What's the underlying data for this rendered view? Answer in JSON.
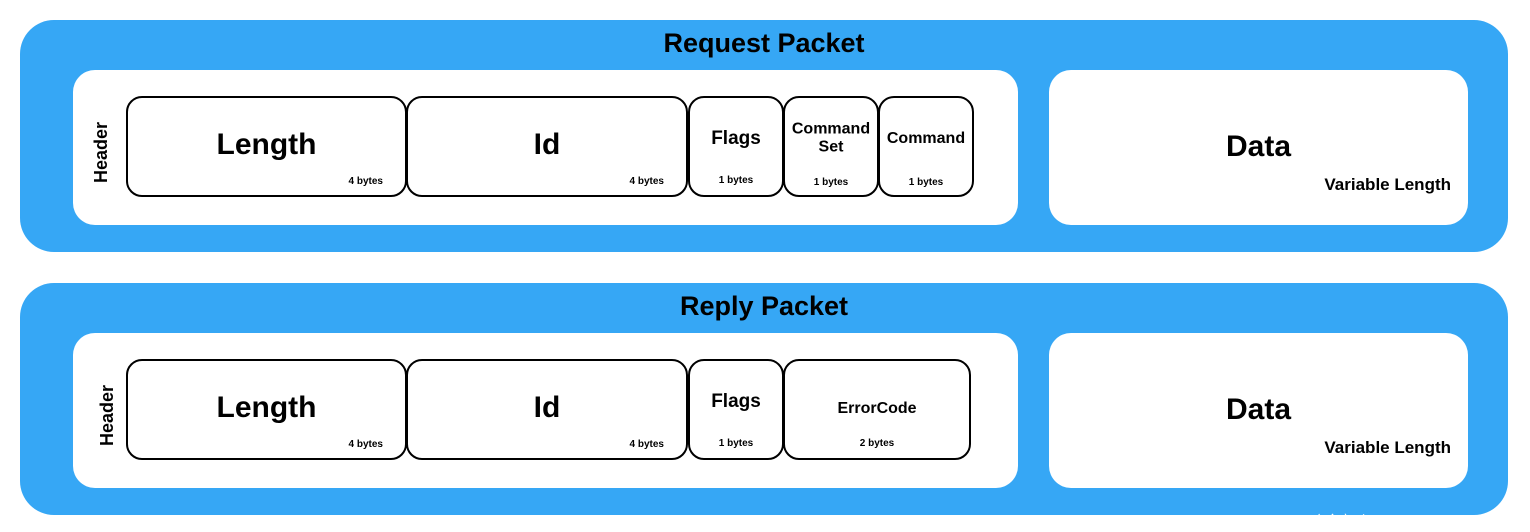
{
  "request": {
    "title": "Request Packet",
    "header_label": "Header",
    "fields": [
      {
        "name": "Length",
        "size": "4 bytes"
      },
      {
        "name": "Id",
        "size": "4 bytes"
      },
      {
        "name": "Flags",
        "size": "1 bytes"
      },
      {
        "name": "Command Set",
        "size": "1 bytes"
      },
      {
        "name": "Command",
        "size": "1 bytes"
      }
    ],
    "data": {
      "title": "Data",
      "subtitle": "Variable Length"
    }
  },
  "reply": {
    "title": "Reply Packet",
    "header_label": "Header",
    "fields": [
      {
        "name": "Length",
        "size": "4 bytes"
      },
      {
        "name": "Id",
        "size": "4 bytes"
      },
      {
        "name": "Flags",
        "size": "1 bytes"
      },
      {
        "name": "ErrorCode",
        "size": "2 bytes"
      }
    ],
    "data": {
      "title": "Data",
      "subtitle": "Variable Length"
    }
  },
  "watermark": "安全客（www.anquanke.com）",
  "colors": {
    "packet_bg": "#36a7f5",
    "panel_bg": "#ffffff",
    "border": "#000000"
  }
}
